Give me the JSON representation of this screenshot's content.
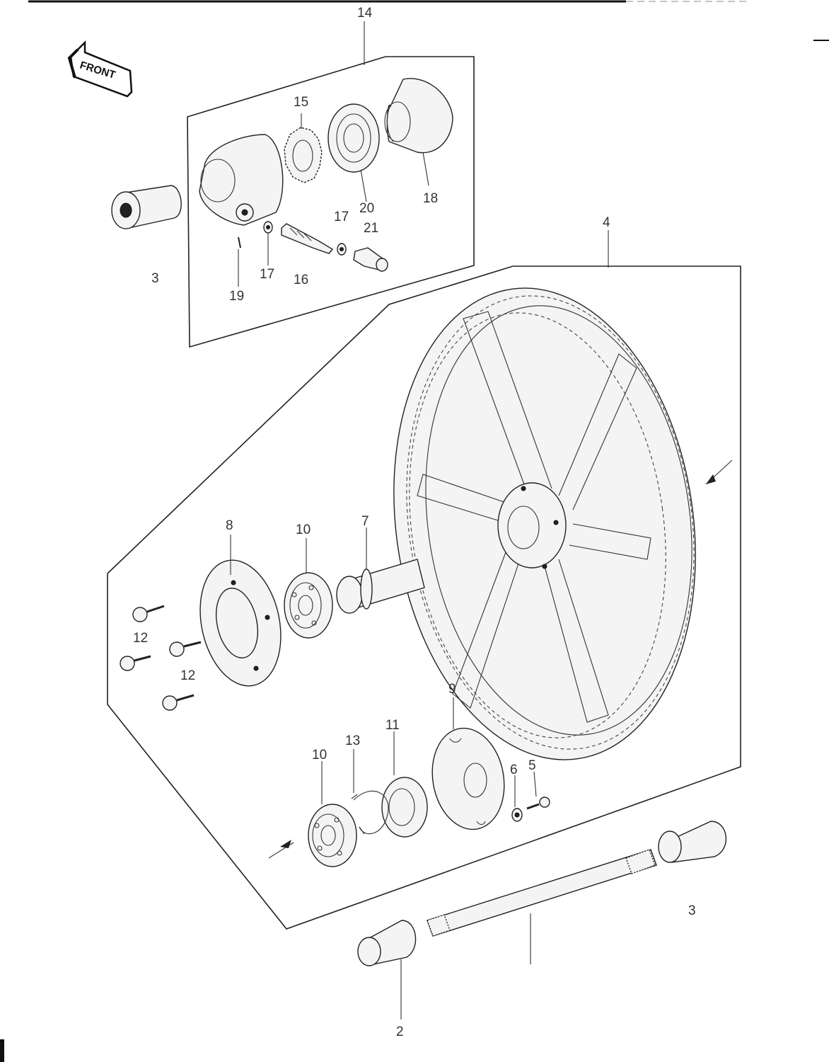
{
  "front_label": "FRONT",
  "callouts": {
    "c14": "14",
    "c15": "15",
    "c20": "20",
    "c18": "18",
    "c17a": "17",
    "c21": "21",
    "c3a": "3",
    "c17b": "17",
    "c16": "16",
    "c19": "19",
    "c4": "4",
    "c8": "8",
    "c10a": "10",
    "c7": "7",
    "c12a": "12",
    "c12b": "12",
    "c9": "9",
    "c11": "11",
    "c13": "13",
    "c10b": "10",
    "c6": "6",
    "c5": "5",
    "c3b": "3",
    "c2": "2"
  }
}
